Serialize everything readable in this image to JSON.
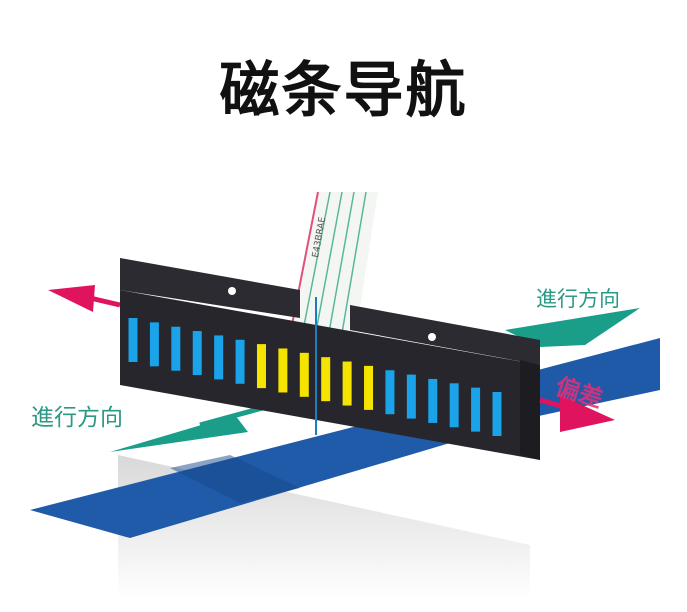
{
  "title": "磁条导航",
  "labels": {
    "direction_right": "進行方向",
    "direction_left": "進行方向",
    "deviation": "偏差",
    "cable_marking": "E43BRAE"
  },
  "sensor": {
    "segments": [
      "blue",
      "blue",
      "blue",
      "blue",
      "blue",
      "blue",
      "yellow",
      "yellow",
      "yellow",
      "yellow",
      "yellow",
      "yellow",
      "blue",
      "blue",
      "blue",
      "blue",
      "blue",
      "blue"
    ],
    "active_segments": 6
  },
  "colors": {
    "segment_blue": "#1aa3e8",
    "segment_yellow": "#f5e400",
    "tape_blue": "#1e5aa8",
    "arrow_teal": "#1a9e8a",
    "arrow_magenta": "#e0135f",
    "housing": "#2a2a30"
  }
}
